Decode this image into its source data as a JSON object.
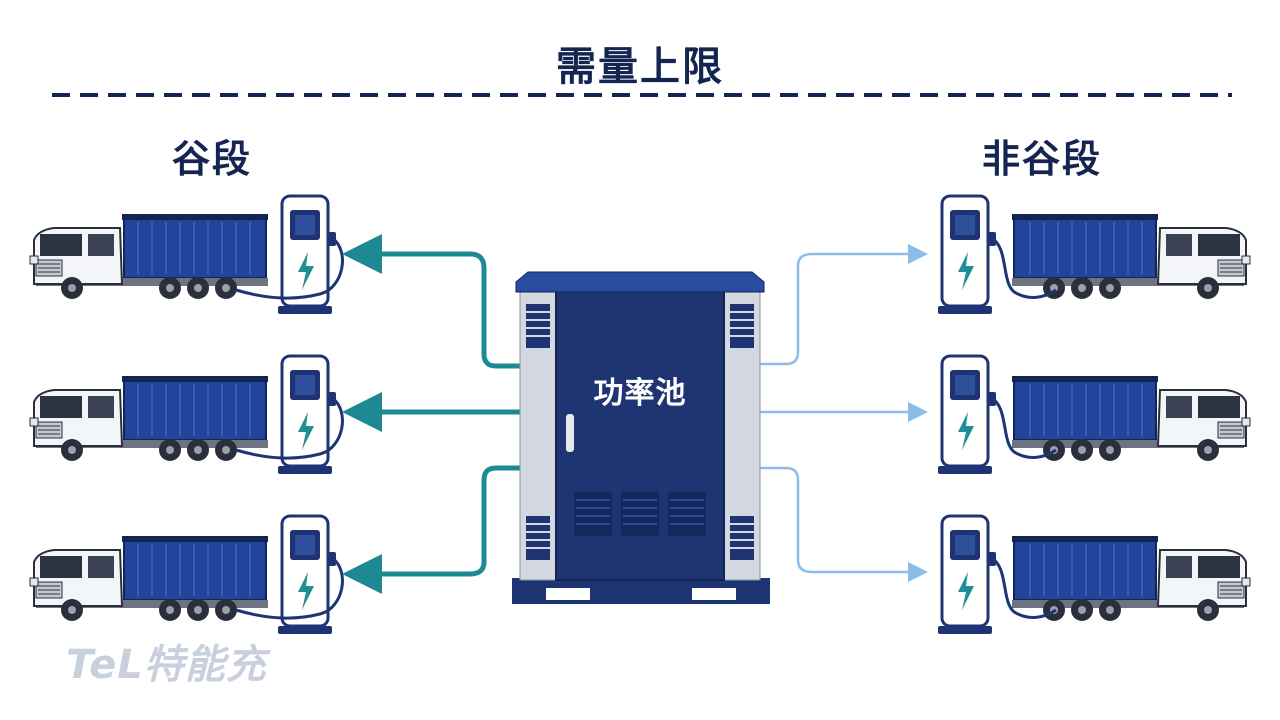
{
  "header": {
    "title": "需量上限"
  },
  "left_group": {
    "title": "谷段"
  },
  "right_group": {
    "title": "非谷段"
  },
  "power_pool": {
    "label": "功率池"
  },
  "watermark": {
    "brand": "TeL特能充"
  },
  "colors": {
    "navy": "#142552",
    "truck_blue": "#23449b",
    "cabinet_blue": "#1f3473",
    "arrow_teal": "#1d8a93",
    "arrow_light_blue": "#8cbde8",
    "charger_screen": "#1f3473",
    "bolt_teal": "#1f8f96"
  },
  "icons": [
    "truck-icon",
    "charger-icon",
    "bolt-icon",
    "cabinet-icon"
  ]
}
